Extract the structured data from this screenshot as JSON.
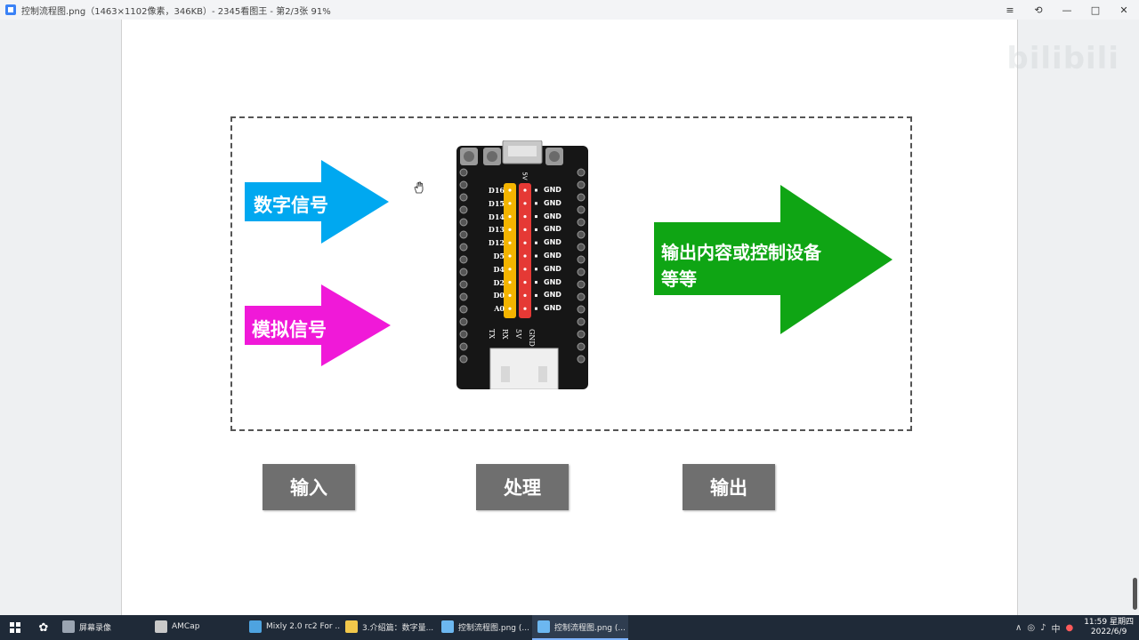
{
  "window": {
    "title": "控制流程图.png（1463×1102像素，346KB）- 2345看图王 - 第2/3张 91%",
    "controls": {
      "menu": "≡",
      "restore": "⟲",
      "minimize": "—",
      "maximize": "□",
      "close": "✕"
    }
  },
  "diagram": {
    "input_digital": "数字信号",
    "input_analog": "模拟信号",
    "output_text_line1": "输出内容或控制设备",
    "output_text_line2": "等等",
    "stages": {
      "input": "输入",
      "process": "处理",
      "output": "输出"
    },
    "colors": {
      "digital": "#00a8f0",
      "analog": "#f019d8",
      "output": "#0fa514",
      "stage": "#6f6f6f"
    }
  },
  "board": {
    "left_pins": [
      "D16",
      "D15",
      "D14",
      "D13",
      "D12",
      "D5",
      "D4",
      "D2",
      "D0",
      "A0"
    ],
    "right_pins": [
      "GND",
      "GND",
      "GND",
      "GND",
      "GND",
      "GND",
      "GND",
      "GND",
      "GND",
      "GND"
    ],
    "top_label": "5V",
    "bottom_pins": [
      "TX",
      "RX",
      "5V",
      "GND"
    ]
  },
  "watermark": {
    "text": "bilibili"
  },
  "taskbar": {
    "items": [
      {
        "label": "屏幕录像",
        "color": "#9aa4b1"
      },
      {
        "label": "AMCap",
        "color": "#c9c9c9"
      },
      {
        "label": "Mixly 2.0 rc2 For ...",
        "color": "#4ea3e0"
      },
      {
        "label": "3.介绍篇：数字量...",
        "color": "#f2c84b"
      },
      {
        "label": "控制流程图.png (...",
        "color": "#6cb7f0"
      },
      {
        "label": "控制流程图.png (...",
        "color": "#6cb7f0"
      }
    ],
    "tray": {
      "chevron": "∧",
      "ime": "中",
      "time": "11:59 星期四",
      "date": "2022/6/9"
    }
  }
}
